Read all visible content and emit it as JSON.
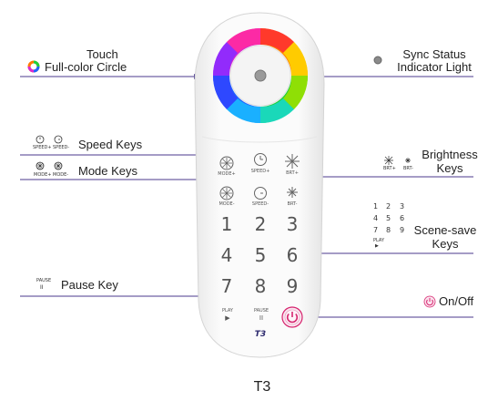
{
  "labels": {
    "touch_line1": "Touch",
    "touch_line2": "Full-color  Circle",
    "sync_line1": "Sync  Status",
    "sync_line2": "Indicator  Light",
    "speed_keys": "Speed  Keys",
    "mode_keys": "Mode  Keys",
    "brightness_line1": "Brightness",
    "brightness_line2": "Keys",
    "scene_line1": "Scene-save",
    "scene_line2": "Keys",
    "pause_key": "Pause  Key",
    "on_off": "On/Off",
    "caption": "T3"
  },
  "mini_captions": {
    "speed_plus": "SPEED+",
    "speed_minus": "SPEED-",
    "mode_plus": "MODE+",
    "mode_minus": "MODE-",
    "brt_plus": "BRT+",
    "brt_minus": "BRT-",
    "pause": "PAUSE",
    "pause_glyph": "II",
    "play": "PLAY",
    "play_glyph": "▶"
  },
  "scene_legend": {
    "row1": [
      "1",
      "2",
      "3"
    ],
    "row2": [
      "4",
      "5",
      "6"
    ],
    "row3": [
      "7",
      "8",
      "9"
    ]
  },
  "remote": {
    "keys": [
      "1",
      "2",
      "3",
      "4",
      "5",
      "6",
      "7",
      "8",
      "9"
    ],
    "mode_plus": "MODE+",
    "mode_minus": "MODE-",
    "speed_plus": "SPEED+",
    "speed_minus": "SPEED-",
    "brt_plus": "BRT+",
    "brt_minus": "BRT-",
    "play": "PLAY",
    "play_glyph": "▶",
    "pause": "PAUSE",
    "pause_glyph": "II",
    "brand": "T3"
  },
  "colors": {
    "leader_line": "#4b3a8c",
    "power": "#d6246e",
    "remote_body": "#f7f7f7"
  }
}
